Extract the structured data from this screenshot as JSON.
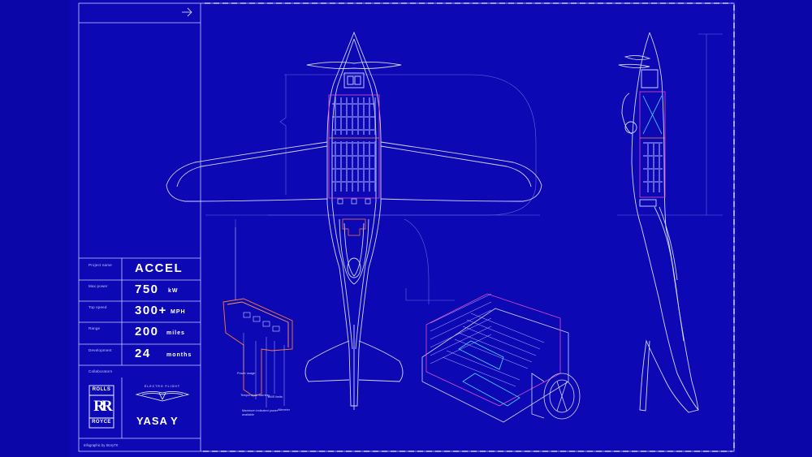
{
  "specs": {
    "project": {
      "label": "Project name",
      "value": "ACCEL",
      "unit": ""
    },
    "power": {
      "label": "Max power",
      "value": "750",
      "unit": "kW"
    },
    "speed": {
      "label": "Top speed",
      "value": "300+",
      "unit": "MPH"
    },
    "range": {
      "label": "Range",
      "value": "200",
      "unit": "miles"
    },
    "development": {
      "label": "Development",
      "value": "24",
      "unit": "months"
    }
  },
  "collaborators": {
    "label": "Collaborators",
    "rolls_royce_top": "ROLLS",
    "rolls_royce_monogram": "RR",
    "rolls_royce_bottom": "ROYCE",
    "electroflight": "ELECTRO FLIGHT",
    "yasa": "YASA"
  },
  "credit": "Infographic by StoryTK",
  "callouts": {
    "power_usage": "Power usage",
    "temperature": "Temperature warning",
    "max_power": "Maximum indicated power available",
    "bms_limits": "BMS limits",
    "altimeter": "Altimeter"
  },
  "colors": {
    "background": "#0c08b4",
    "line": "#c9ceff",
    "accent_orange": "#ff7a3a",
    "accent_pink": "#e04cc8",
    "accent_cyan": "#4fd6ff"
  }
}
